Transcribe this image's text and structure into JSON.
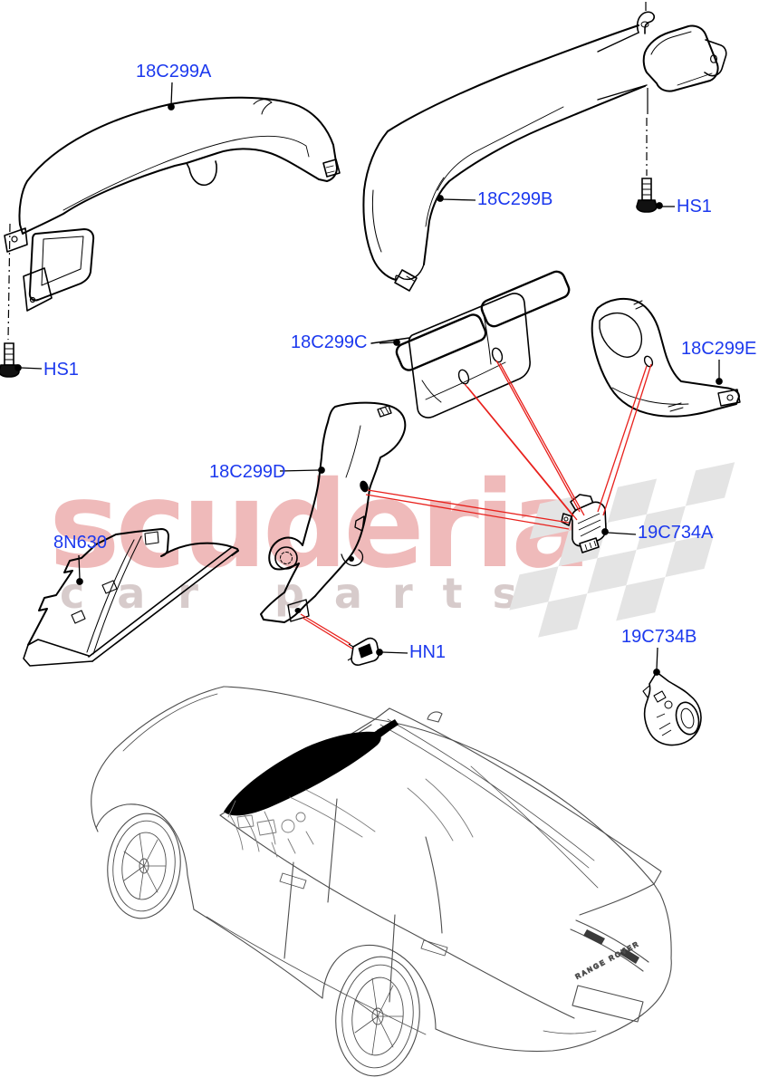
{
  "watermark": {
    "brand": "scuderia",
    "sub_word1": "car",
    "sub_word2": "parts"
  },
  "parts": {
    "duct_top_left": "18C299A",
    "duct_top_right": "18C299B",
    "screw_right": "HS1",
    "screw_left": "HS1",
    "vent_double": "18C299C",
    "duct_center": "18C299D",
    "duct_right": "18C299E",
    "panel_lower_left": "8N630",
    "clip": "HN1",
    "module_upper": "19C734A",
    "module_lower": "19C734B"
  },
  "vehicle_badge": "RANGE ROVER",
  "colors": {
    "label_blue": "#1c39ee",
    "callout_red": "#e8211d",
    "line_black": "#000000",
    "vehicle_gray": "#4d4d4d",
    "watermark_red": "#d64a4a",
    "watermark_gray": "#c9baba",
    "checker_gray": "#e4e4e4"
  }
}
